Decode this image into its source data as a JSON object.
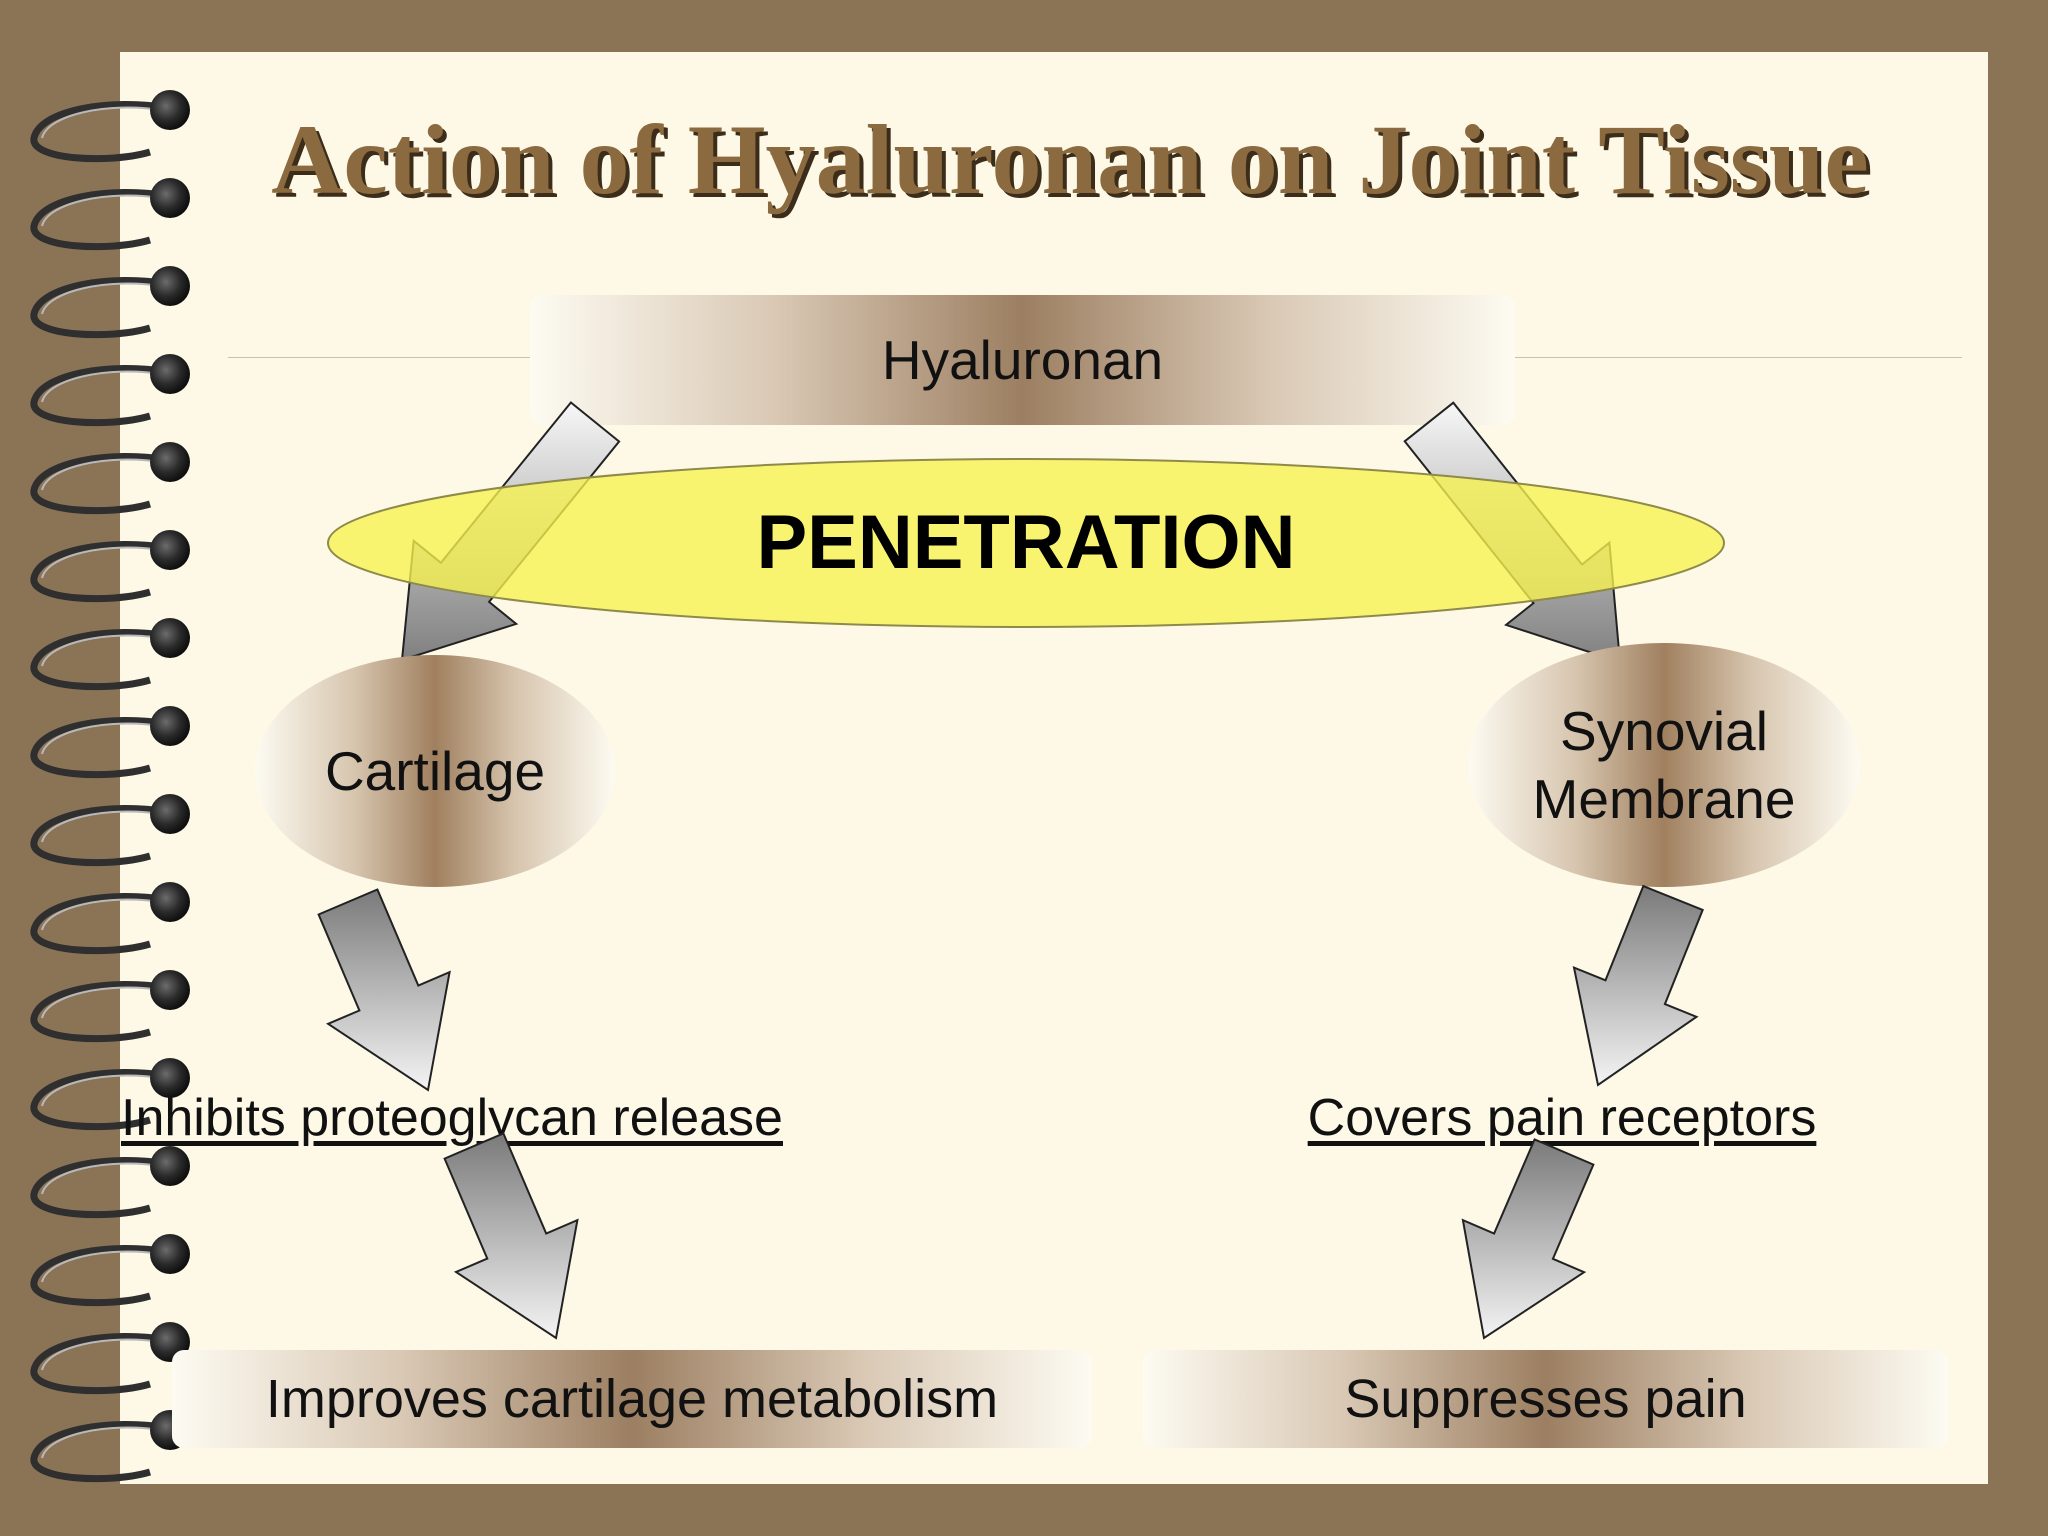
{
  "title": "Action of Hyaluronan on Joint Tissue",
  "top_node": "Hyaluronan",
  "band": "PENETRATION",
  "left_node": "Cartilage",
  "right_node": [
    "Synovial",
    "Membrane"
  ],
  "left_step": "Inhibits proteoglycan release",
  "right_step": "Covers pain receptors",
  "left_result": "Improves cartilage metabolism",
  "right_result": "Suppresses pain",
  "colors": {
    "frame": "#8b7355",
    "paper": "#fdf9e6",
    "title": "#8b6a3f",
    "band": "#f7f24e"
  }
}
